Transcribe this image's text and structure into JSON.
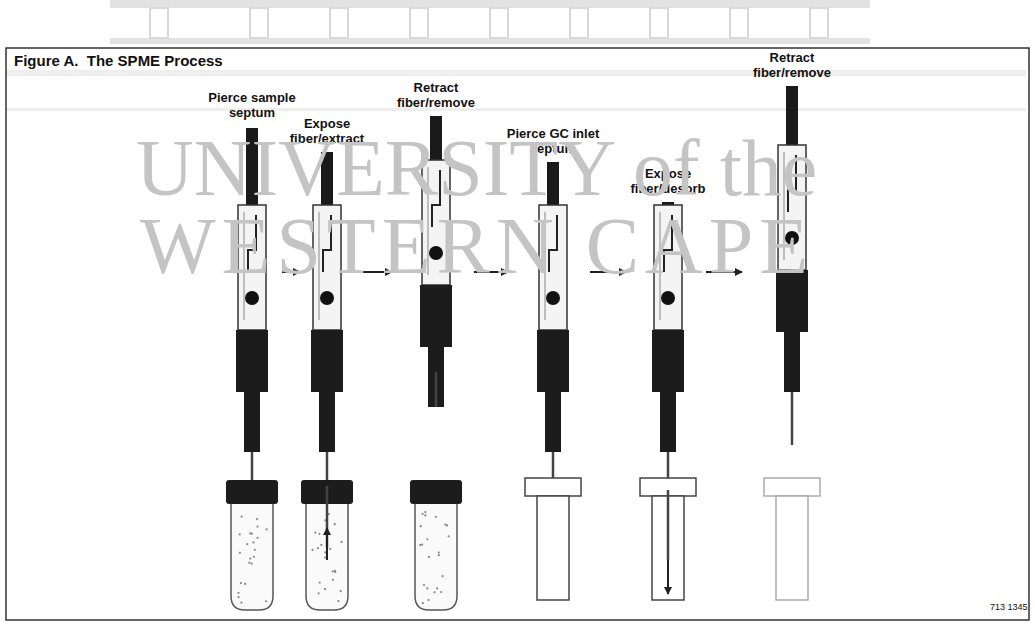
{
  "diagram": {
    "title": "Figure A.  The SPME Process",
    "labels": [
      "Pierce sample septum",
      "Expose fiber/extract",
      "Retract fiber/remove",
      "Pierce GC inlet septum",
      "Expose fiber/desorb",
      "Retract fiber/remove",
      "UNIVERSITY of the",
      "WESTERN CAPE",
      "713 1345"
    ]
  }
}
